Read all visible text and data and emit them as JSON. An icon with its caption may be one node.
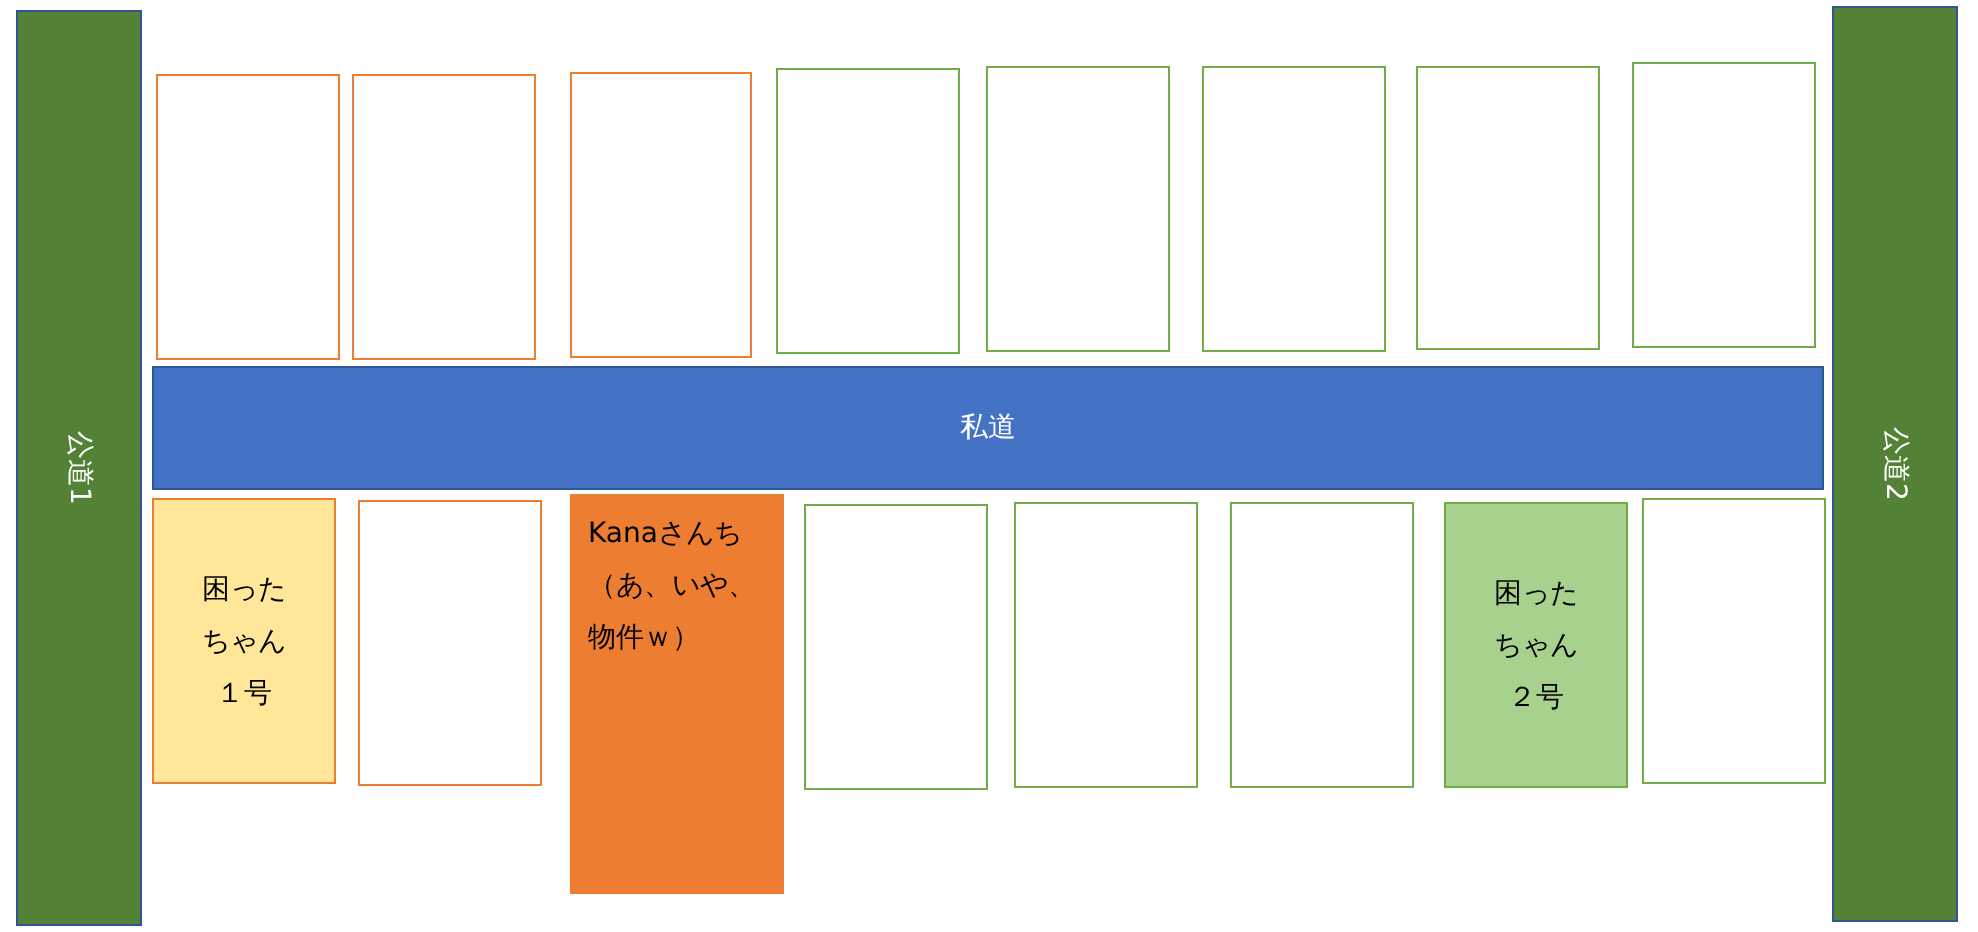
{
  "diagram": {
    "nodes": [
      {
        "text": [
          "公道1"
        ]
      },
      {
        "text": [],
        "shape": "box"
      },
      {
        "text": [],
        "shape": "box"
      },
      {
        "text": [],
        "shape": "box"
      },
      {
        "text": [],
        "shape": "box"
      },
      {
        "text": [],
        "shape": "box"
      },
      {
        "text": [],
        "shape": "box"
      },
      {
        "text": [],
        "shape": "box"
      },
      {
        "text": [],
        "shape": "box"
      },
      {
        "text": [
          "私道"
        ]
      },
      {
        "text": [
          "困ったちゃん１号"
        ]
      },
      {
        "text": [],
        "shape": "box"
      },
      {
        "text": [
          "Kanaさんち（あ、いや、物件ｗ）"
        ]
      },
      {
        "text": [],
        "shape": "box"
      },
      {
        "text": [],
        "shape": "box"
      },
      {
        "text": [],
        "shape": "box"
      },
      {
        "text": [
          "困ったちゃん２号"
        ]
      },
      {
        "text": [],
        "shape": "box"
      },
      {
        "text": [
          "公道2"
        ]
      }
    ]
  }
}
